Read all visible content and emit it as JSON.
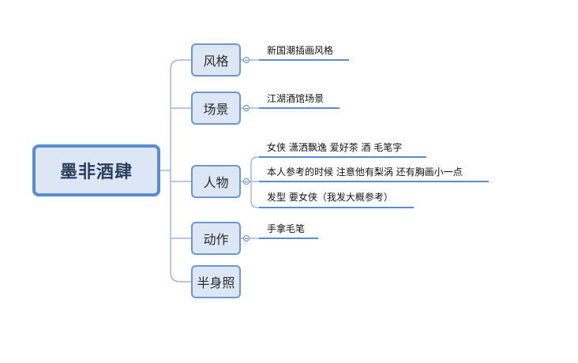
{
  "root": {
    "label": "墨非酒肆"
  },
  "branches": [
    {
      "label": "风格",
      "leaves": [
        "新国潮插画风格"
      ]
    },
    {
      "label": "场景",
      "leaves": [
        "江湖酒馆场景"
      ]
    },
    {
      "label": "人物",
      "leaves": [
        "女侠 潇洒飘逸  爱好茶 酒 毛笔字",
        "本人参考的时候 注意他有梨涡 还有胸画小一点",
        "发型 要女侠（我发大概参考）"
      ]
    },
    {
      "label": "动作",
      "leaves": [
        "手拿毛笔"
      ]
    },
    {
      "label": "半身照",
      "leaves": []
    }
  ],
  "colors": {
    "accent": "#5a8ad0",
    "node_fill": "#dde6f4",
    "line": "#8fa9d3"
  }
}
